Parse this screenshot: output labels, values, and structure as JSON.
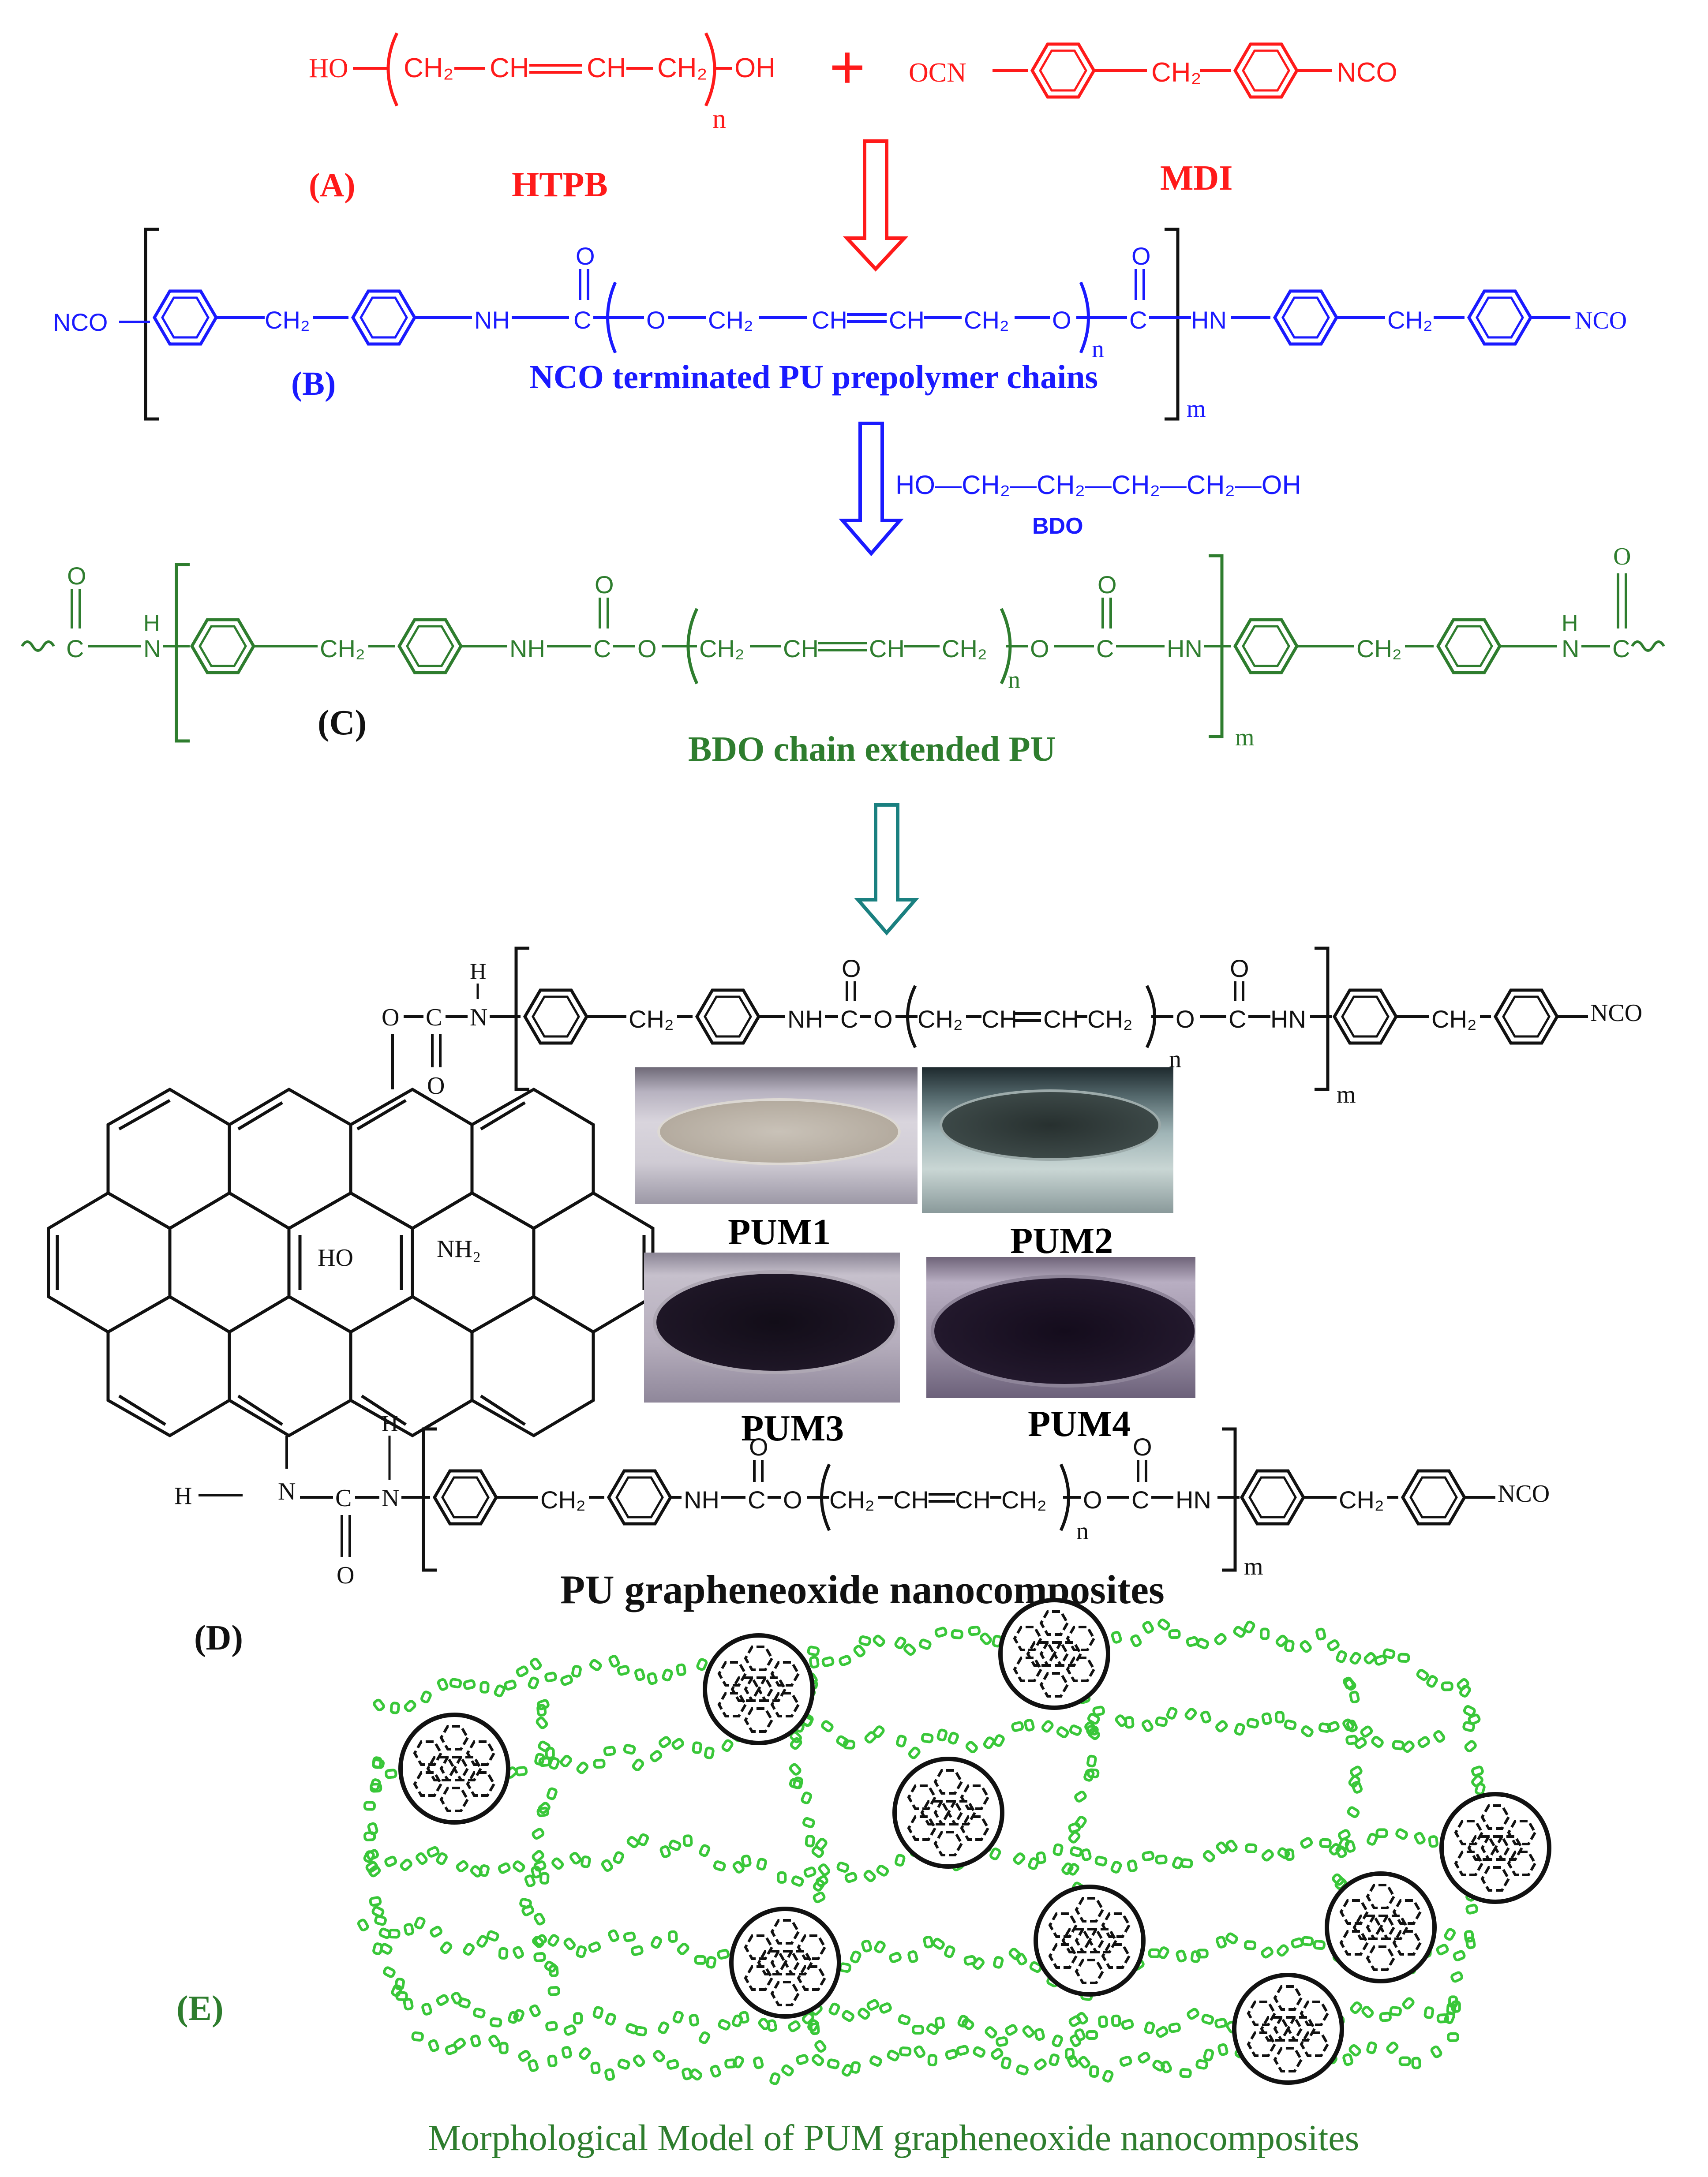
{
  "colors": {
    "red": "#ff1a1a",
    "blue": "#1a1aff",
    "green": "#2e7d2e",
    "teal": "#1a8080",
    "black": "#111111",
    "bead": "#39c739"
  },
  "sectionA": {
    "label": "(A)",
    "htpb_name": "HTPB",
    "mdi_name": "MDI",
    "ho": "HO",
    "oh": "OH",
    "ch2": "CH₂",
    "ch": "CH",
    "n": "n",
    "plus": "+",
    "ocn": "OCN",
    "nco": "NCO"
  },
  "sectionB": {
    "label": "(B)",
    "caption": "NCO terminated PU prepolymer chains",
    "nco_left": "NCO",
    "nh": "NH",
    "c": "C",
    "o": "O",
    "hn": "HN",
    "nco_right": "NCO",
    "m": "m",
    "n": "n",
    "bdo_formula": "HO—CH₂—CH₂—CH₂—CH₂—OH",
    "bdo_name": "BDO"
  },
  "sectionC": {
    "label": "(C)",
    "caption": "BDO chain extended PU",
    "h": "H",
    "n_atom": "N",
    "m": "m",
    "n": "n"
  },
  "sectionD": {
    "label": "(D)",
    "caption": "PU grapheneoxide nanocomposites",
    "ho": "HO",
    "nh2": "NH₂",
    "h": "H",
    "n_atom": "N",
    "nco": "NCO",
    "m": "m",
    "n": "n",
    "samples": [
      {
        "name": "PUM1",
        "tone": "light"
      },
      {
        "name": "PUM2",
        "tone": "grey"
      },
      {
        "name": "PUM3",
        "tone": "dark"
      },
      {
        "name": "PUM4",
        "tone": "dark"
      }
    ]
  },
  "sectionE": {
    "label": "(E)",
    "caption": "Morphological Model of PUM grapheneoxide nanocomposites"
  }
}
